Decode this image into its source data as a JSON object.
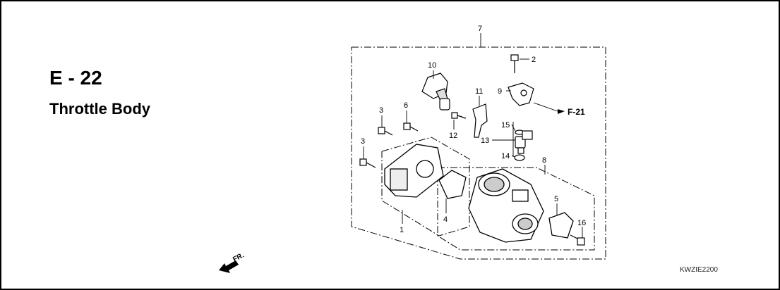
{
  "header": {
    "section_code": "E - 22",
    "section_title": "Throttle Body"
  },
  "diagram": {
    "code": "KWZIE2200",
    "ref_label": "F-21",
    "front_label": "FR.",
    "callouts": [
      "1",
      "2",
      "3",
      "3",
      "4",
      "5",
      "6",
      "7",
      "8",
      "9",
      "10",
      "11",
      "12",
      "13",
      "14",
      "15",
      "16"
    ]
  }
}
